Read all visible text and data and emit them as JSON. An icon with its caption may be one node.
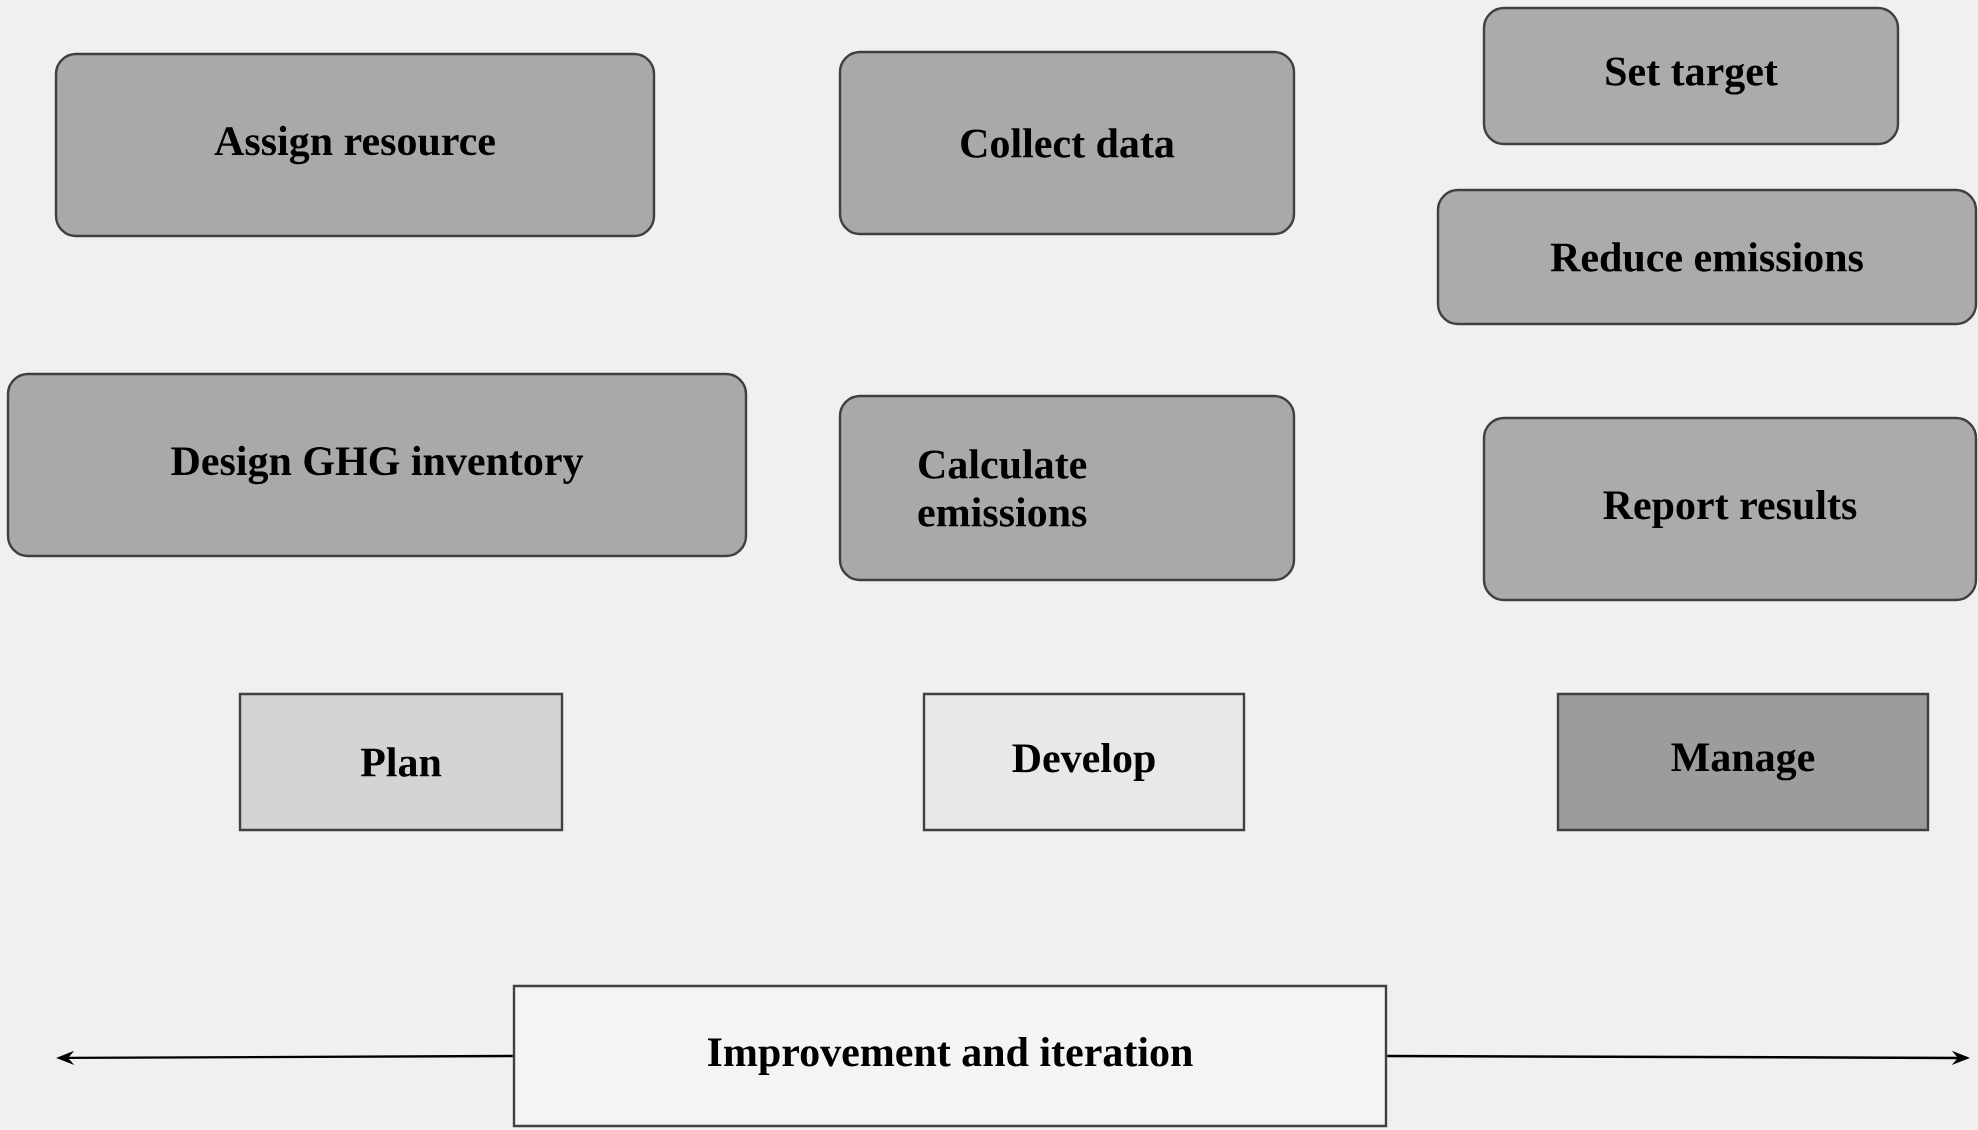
{
  "diagram": {
    "nodes": [
      {
        "text": [
          "Assign resource"
        ]
      },
      {
        "text": [
          "Collect data"
        ]
      },
      {
        "text": [
          "Set target"
        ]
      },
      {
        "text": [
          "Reduce emissions"
        ]
      },
      {
        "text": [
          "Design GHG inventory"
        ]
      },
      {
        "text": [
          "Calculate emissions"
        ]
      },
      {
        "text": [
          "Report results"
        ]
      },
      {
        "text": [
          "Plan"
        ]
      },
      {
        "text": [
          "Develop"
        ]
      },
      {
        "text": [
          "Manage"
        ]
      },
      {
        "text": [
          "Improvement and iteration"
        ]
      }
    ],
    "edges": [
      {
        "from": 10,
        "to": null,
        "arrow": "to"
      },
      {
        "from": 10,
        "to": null,
        "arrow": "to"
      }
    ]
  }
}
